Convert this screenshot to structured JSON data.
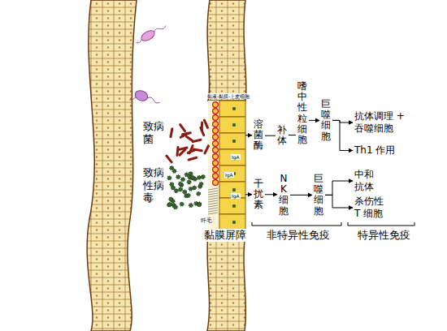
{
  "diagram": {
    "nodes": [
      {
        "text": [
          "溶菌酶"
        ]
      },
      {
        "text": [
          "补体"
        ]
      },
      {
        "text": [
          "嗜中性粒细胞"
        ]
      },
      {
        "text": [
          "巨噬细胞"
        ]
      },
      {
        "text": [
          "抗体调理 + 吞噬细胞"
        ]
      },
      {
        "text": [
          "Th1 作用"
        ]
      },
      {
        "text": [
          "干扰素"
        ]
      },
      {
        "text": [
          "NK细胞"
        ]
      },
      {
        "text": [
          "巨噬细胞"
        ]
      },
      {
        "text": [
          "中和抗体"
        ]
      },
      {
        "text": [
          "杀伤性 T 细胞"
        ]
      }
    ],
    "edges": [
      {
        "from": 0,
        "to": 1,
        "arrow": "none"
      },
      {
        "from": 1,
        "to": 2,
        "arrow": "none"
      },
      {
        "from": 2,
        "to": 3,
        "arrow": "to"
      },
      {
        "from": 3,
        "to": 4,
        "arrow": "to"
      },
      {
        "from": 3,
        "to": 5,
        "arrow": "to"
      },
      {
        "from": 6,
        "to": 7,
        "arrow": "to"
      },
      {
        "from": 7,
        "to": 8,
        "arrow": "to"
      },
      {
        "from": 8,
        "to": 9,
        "arrow": "to"
      },
      {
        "from": 8,
        "to": 10,
        "arrow": "to"
      }
    ],
    "labels": [
      "致病菌",
      "致病性病毒",
      "黏液-黏膜-上皮细胞",
      "IgA",
      "IgA",
      "IgA",
      "纤毛",
      "黏膜屏障",
      "非特异性免疫",
      "特异性免疫"
    ]
  }
}
